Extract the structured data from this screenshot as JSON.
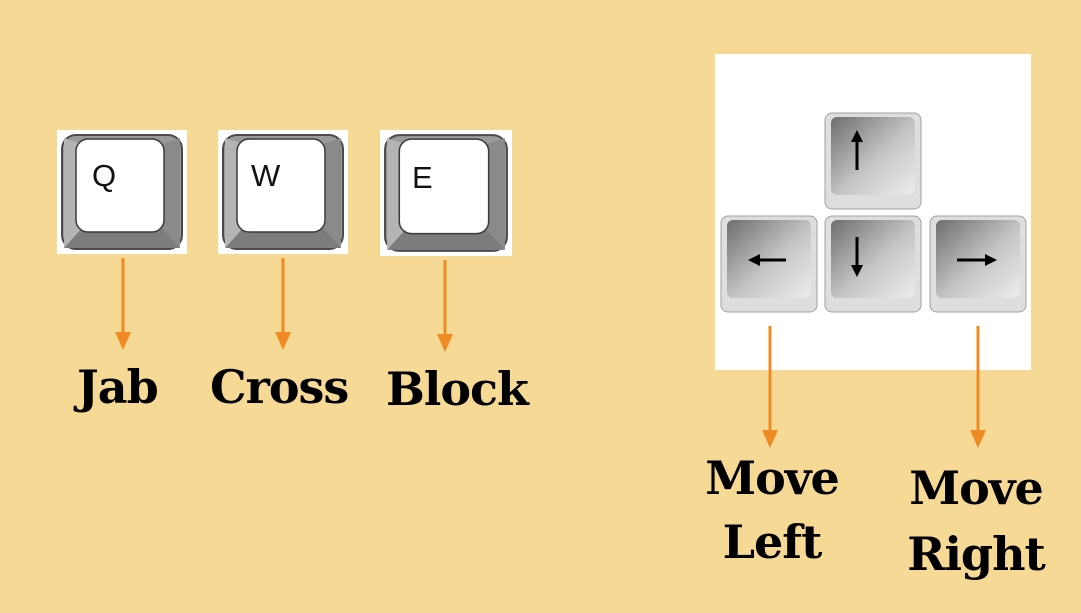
{
  "colors": {
    "background": "#f7d996",
    "arrow": "#f08a24",
    "label": "#000000"
  },
  "keys": [
    {
      "letter": "Q",
      "action": "Jab"
    },
    {
      "letter": "W",
      "action": "Cross"
    },
    {
      "letter": "E",
      "action": "Block"
    }
  ],
  "arrow_keys": {
    "up_icon": "arrow-up-icon",
    "down_icon": "arrow-down-icon",
    "left_icon": "arrow-left-icon",
    "right_icon": "arrow-right-icon"
  },
  "movement": {
    "left": {
      "line1": "Move",
      "line2": "Left"
    },
    "right": {
      "line1": "Move",
      "line2": "Right"
    }
  }
}
